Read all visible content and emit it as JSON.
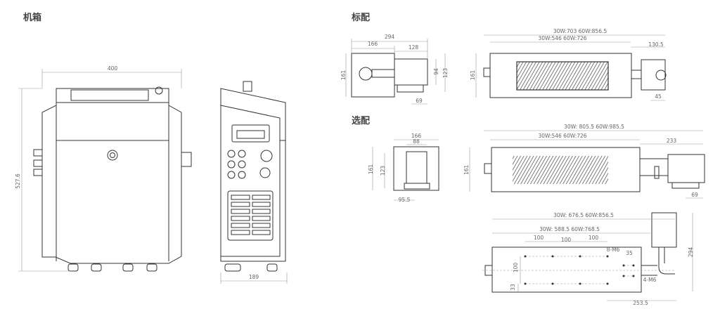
{
  "headings": {
    "chassis": "机箱",
    "standard": "标配",
    "optional": "选配"
  },
  "chassis": {
    "width": "400",
    "height": "527.6",
    "depth": "189"
  },
  "standard": {
    "side": {
      "total": "294",
      "body": "166",
      "head": "128",
      "h_body": "161",
      "h_head1": "94",
      "h_head2": "123",
      "lens": "69"
    },
    "front": {
      "total": "30W:703 60W:856.5",
      "body": "30W:546 60W:726",
      "head": "130.5",
      "height": "161",
      "lens": "45"
    }
  },
  "optional": {
    "side": {
      "width": "166",
      "inner": "88",
      "height": "161",
      "inner_h": "123",
      "offset": "95.5"
    },
    "front": {
      "total": "30W: 805.5  60W:985.5",
      "body": "30W:546 60W:726",
      "head": "233",
      "height": "161",
      "lens": "69"
    },
    "top": {
      "total": "30W: 676.5  60W:856.5",
      "body": "30W: 588.5  60W:768.5",
      "pitch1": "100",
      "pitch2": "100",
      "pitch3": "100",
      "holes8": "8-M6",
      "holes4_pitch": "35",
      "holes4": "4-M6",
      "row_pitch": "100",
      "edge": "33",
      "head_h": "294",
      "head_off": "253.5"
    }
  }
}
